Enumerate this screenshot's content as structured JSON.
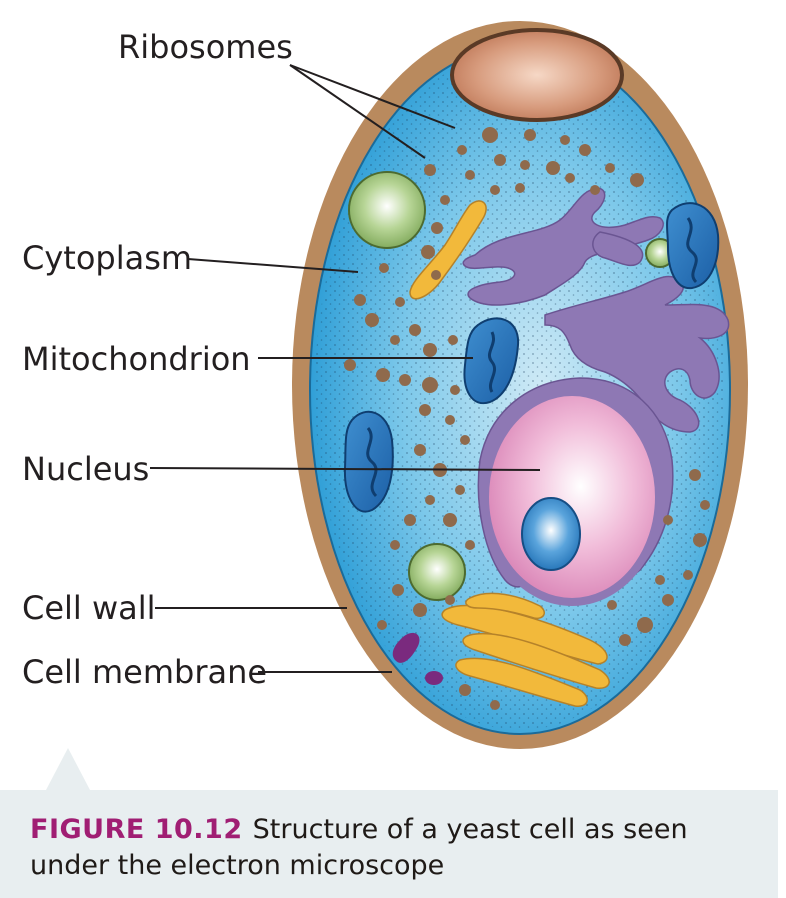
{
  "labels": {
    "ribosomes": "Ribosomes",
    "cytoplasm": "Cytoplasm",
    "mitochondrion": "Mitochondrion",
    "nucleus": "Nucleus",
    "cell_wall": "Cell wall",
    "cell_membrane": "Cell membrane"
  },
  "caption": {
    "figure_number": "FIGURE 10.12",
    "text": "Structure of a yeast cell as seen under the electron microscope"
  },
  "colors": {
    "cell_wall": "#b98a5e",
    "cytoplasm": "#2ba4dc",
    "nucleus": "#e69ac4",
    "nucleolus": "#2f7fc4",
    "golgi": "#f2b93b",
    "er": "#8e78b4",
    "vacuole": "#8fba6a",
    "vacuole_top": "#c98866",
    "figure_number": "#a01e73"
  }
}
